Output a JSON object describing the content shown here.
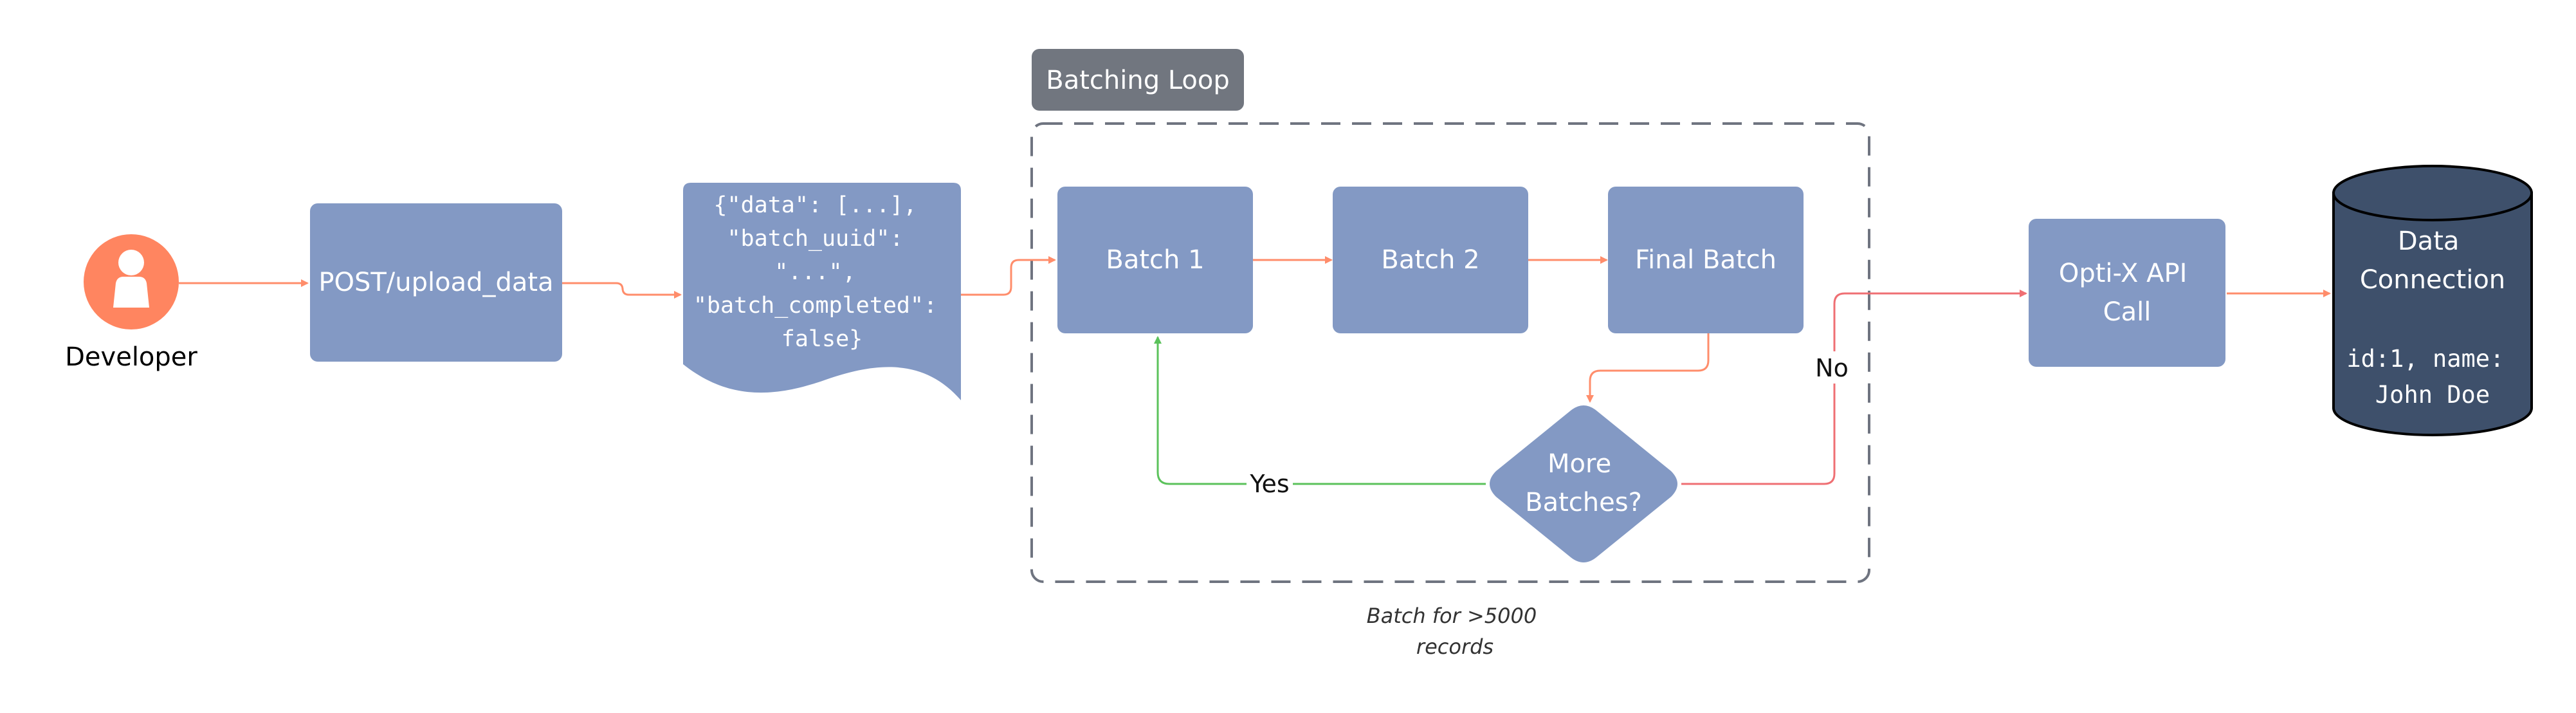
{
  "actor": {
    "label": "Developer"
  },
  "nodes": {
    "post": "POST/upload_data",
    "payload": [
      "{\"data\": [...],",
      "\"batch_uuid\":",
      "\"...\",",
      "\"batch_completed\":",
      "false}"
    ],
    "batch1": "Batch 1",
    "batch2": "Batch 2",
    "final": "Final Batch",
    "decision": [
      "More",
      "Batches?"
    ],
    "api": [
      "Opti-X API",
      "Call"
    ],
    "datastore": {
      "title": [
        "Data",
        "Connection"
      ],
      "record": [
        "id:1, name:",
        "John Doe"
      ]
    }
  },
  "group": {
    "label": "Batching Loop",
    "note": [
      "Batch for >5000",
      "records"
    ]
  },
  "edge_labels": {
    "yes": "Yes",
    "no": "No"
  },
  "colors": {
    "node": "#8399C4",
    "group_label_bg": "#71767F",
    "actor": "#FF8560",
    "db": "#3E506B",
    "edge": "#FF8D6B",
    "yes": "#5BC25B",
    "no": "#EF6F73",
    "dash": "#6F7480"
  }
}
